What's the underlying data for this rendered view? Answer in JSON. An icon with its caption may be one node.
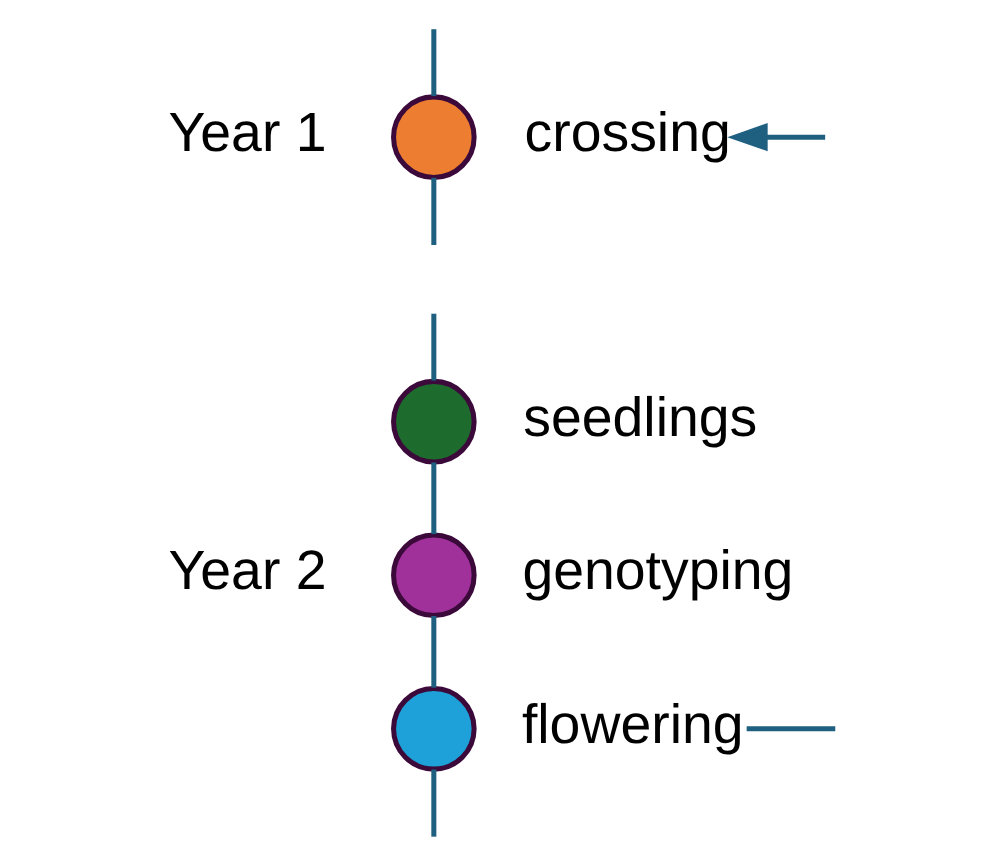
{
  "diagram": {
    "nodes": [
      {
        "text": [],
        "shape": "circle"
      },
      {
        "text": [
          "crossing"
        ]
      },
      {
        "text": [],
        "shape": "circle"
      },
      {
        "text": [
          "seedlings"
        ]
      },
      {
        "text": [],
        "shape": "circle"
      },
      {
        "text": [
          "genotyping"
        ]
      },
      {
        "text": [],
        "shape": "circle"
      },
      {
        "text": [
          "flowering"
        ]
      }
    ],
    "edges": [
      {
        "from": null,
        "to": 0,
        "arrow": "none"
      },
      {
        "from": 0,
        "to": null,
        "arrow": "none"
      },
      {
        "from": null,
        "to": 2,
        "arrow": "none"
      },
      {
        "from": 2,
        "to": 4,
        "arrow": "none"
      },
      {
        "from": 4,
        "to": 6,
        "arrow": "none"
      },
      {
        "from": 6,
        "to": null,
        "arrow": "none"
      },
      {
        "from": null,
        "to": 1,
        "arrow": "to"
      },
      {
        "from": 7,
        "to": null,
        "arrow": "none"
      }
    ],
    "labels": [
      "Year 1",
      "Year 2"
    ]
  }
}
